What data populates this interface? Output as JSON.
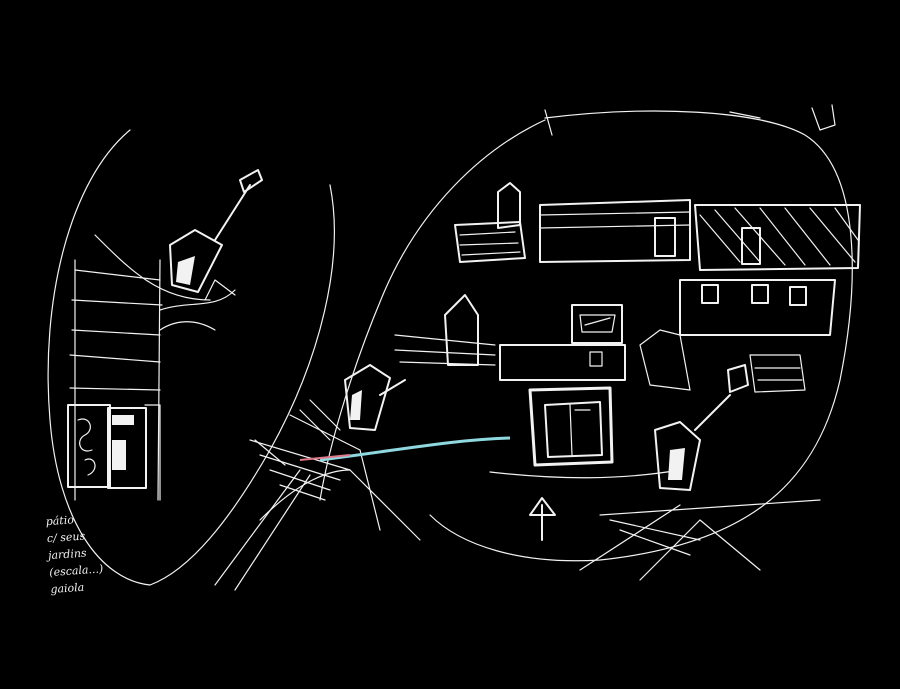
{
  "canvas": {
    "background": "#000000",
    "ink": "#f2f2f2",
    "accent_cyan": "#8fd8e0",
    "accent_pink": "#e07a8a"
  },
  "handwritten_note": {
    "lines": [
      "pátio",
      "c/ seus",
      "jardins",
      "(escala...)",
      "gaiola"
    ]
  }
}
